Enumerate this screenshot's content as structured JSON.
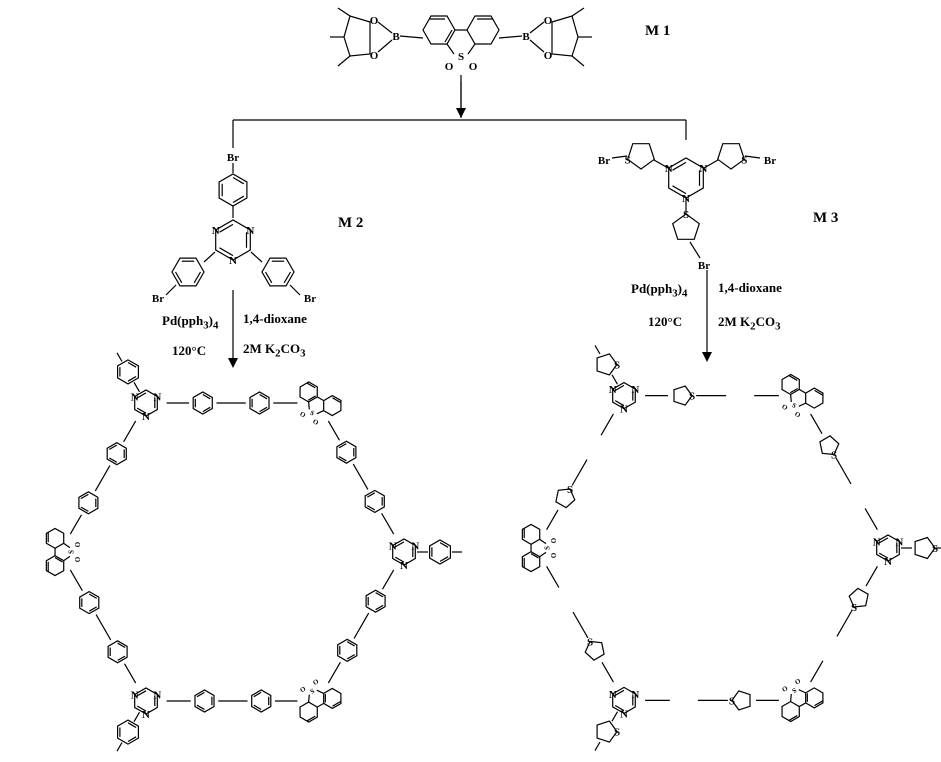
{
  "monomers": {
    "m1": "M 1",
    "m2": "M 2",
    "m3": "M 3"
  },
  "left_reaction": {
    "catalyst_html": "Pd(pph<sub>3</sub>)<sub>4</sub>",
    "solvent": "1,4-dioxane",
    "temperature": "120°C",
    "base_html": "2M K<sub>2</sub>CO<sub>3</sub>"
  },
  "right_reaction": {
    "catalyst_html": "Pd(pph<sub>3</sub>)<sub>4</sub>",
    "solvent": "1,4-dioxane",
    "temperature": "120°C",
    "base_html": "2M K<sub>2</sub>CO<sub>3</sub>"
  },
  "atoms": {
    "B": "B",
    "O": "O",
    "S": "S",
    "N": "N",
    "Br": "Br"
  }
}
